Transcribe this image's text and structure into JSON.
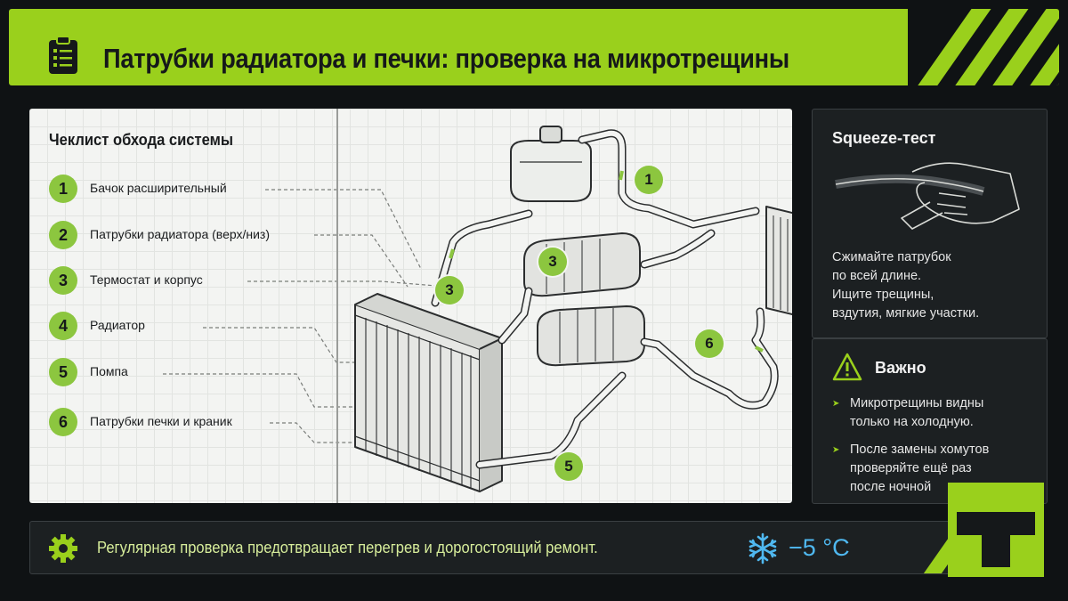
{
  "header": {
    "title": "Патрубки радиатора и печки: проверка на микротрещины",
    "icon": "clipboard-checklist-icon"
  },
  "checklist": {
    "title": "Чеклист обхода системы",
    "items": [
      {
        "num": "1",
        "label": "Бачок расширительный"
      },
      {
        "num": "2",
        "label": "Патрубки радиатора (верх/низ)"
      },
      {
        "num": "3",
        "label": "Термостат и корпус"
      },
      {
        "num": "4",
        "label": "Радиатор"
      },
      {
        "num": "5",
        "label": "Помпа"
      },
      {
        "num": "6",
        "label": "Патрубки печки и краник"
      }
    ]
  },
  "diagram": {
    "callouts": [
      "1",
      "3",
      "3",
      "6",
      "5"
    ]
  },
  "squeeze": {
    "title": "Squeeze-тест",
    "lines": [
      "Сжимайте патрубок",
      "по всей длине.",
      "Ищите трещины,",
      "вздутия, мягкие участки."
    ]
  },
  "important": {
    "title": "Важно",
    "bullets": [
      {
        "lines": [
          "Микротрещины видны",
          "только на холодную."
        ]
      },
      {
        "lines": [
          "После замены хомутов",
          "проверяйте ещё раз",
          "после ночной"
        ]
      }
    ]
  },
  "footer": {
    "text": "Регулярная проверка предотвращает перегрев и дорогостоящий ремонт.",
    "temperature": "−5 °C",
    "icons": [
      "gear-icon",
      "snowflake-icon"
    ]
  },
  "colors": {
    "accent": "#9ad01c",
    "badge": "#8cc63f",
    "background": "#0f1214",
    "panel": "#1c2022",
    "temperature": "#4fb8f0"
  }
}
